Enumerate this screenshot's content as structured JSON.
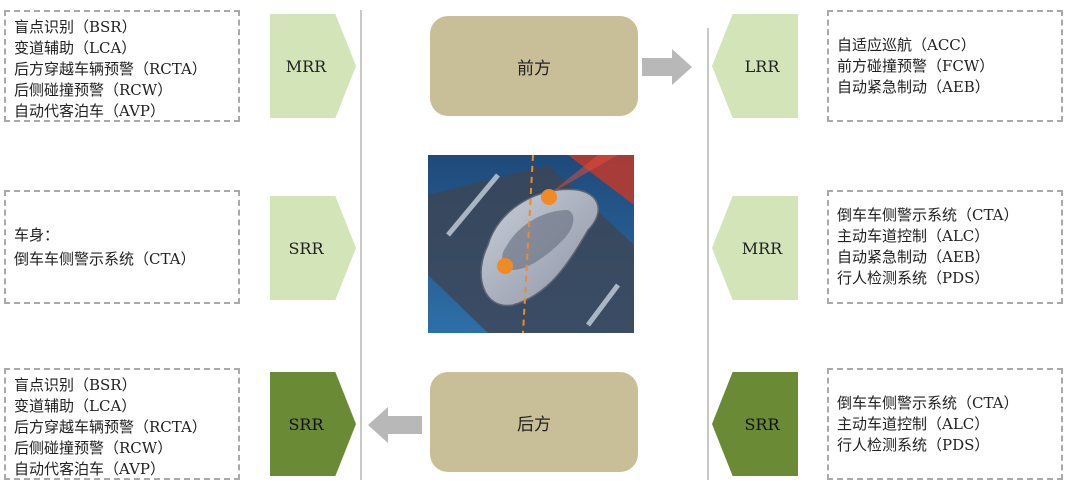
{
  "left": {
    "top_box": [
      "盲点识别（BSR）",
      "变道辅助（LCA）",
      "后方穿越车辆预警（RCTA）",
      "后侧碰撞预警（RCW）",
      "自动代客泊车（AVP）"
    ],
    "mid_box": [
      "车身：",
      "倒车车侧警示系统（CTA）"
    ],
    "bottom_box": [
      "盲点识别（BSR）",
      "变道辅助（LCA）",
      "后方穿越车辆预警（RCTA）",
      "后侧碰撞预警（RCW）",
      "自动代客泊车（AVP）"
    ],
    "chevrons": [
      "MRR",
      "SRR",
      "SRR"
    ]
  },
  "center": {
    "front": "前方",
    "rear": "后方"
  },
  "right": {
    "chevrons": [
      "LRR",
      "MRR",
      "SRR"
    ],
    "top_box": [
      "自适应巡航（ACC）",
      "前方碰撞预警（FCW）",
      "自动紧急制动（AEB）"
    ],
    "mid_box": [
      "倒车车侧警示系统（CTA）",
      "主动车道控制（ALC）",
      "自动紧急制动（AEB）",
      "行人检测系统（PDS）"
    ],
    "bottom_box": [
      "倒车车侧警示系统（CTA）",
      "主动车道控制（ALC）",
      "行人检测系统（PDS）"
    ]
  },
  "colors": {
    "light_chevron": "#d2e4b8",
    "dark_chevron": "#6b8a35",
    "center_box": "#c8bf98",
    "arrow": "#b8b8b8"
  }
}
